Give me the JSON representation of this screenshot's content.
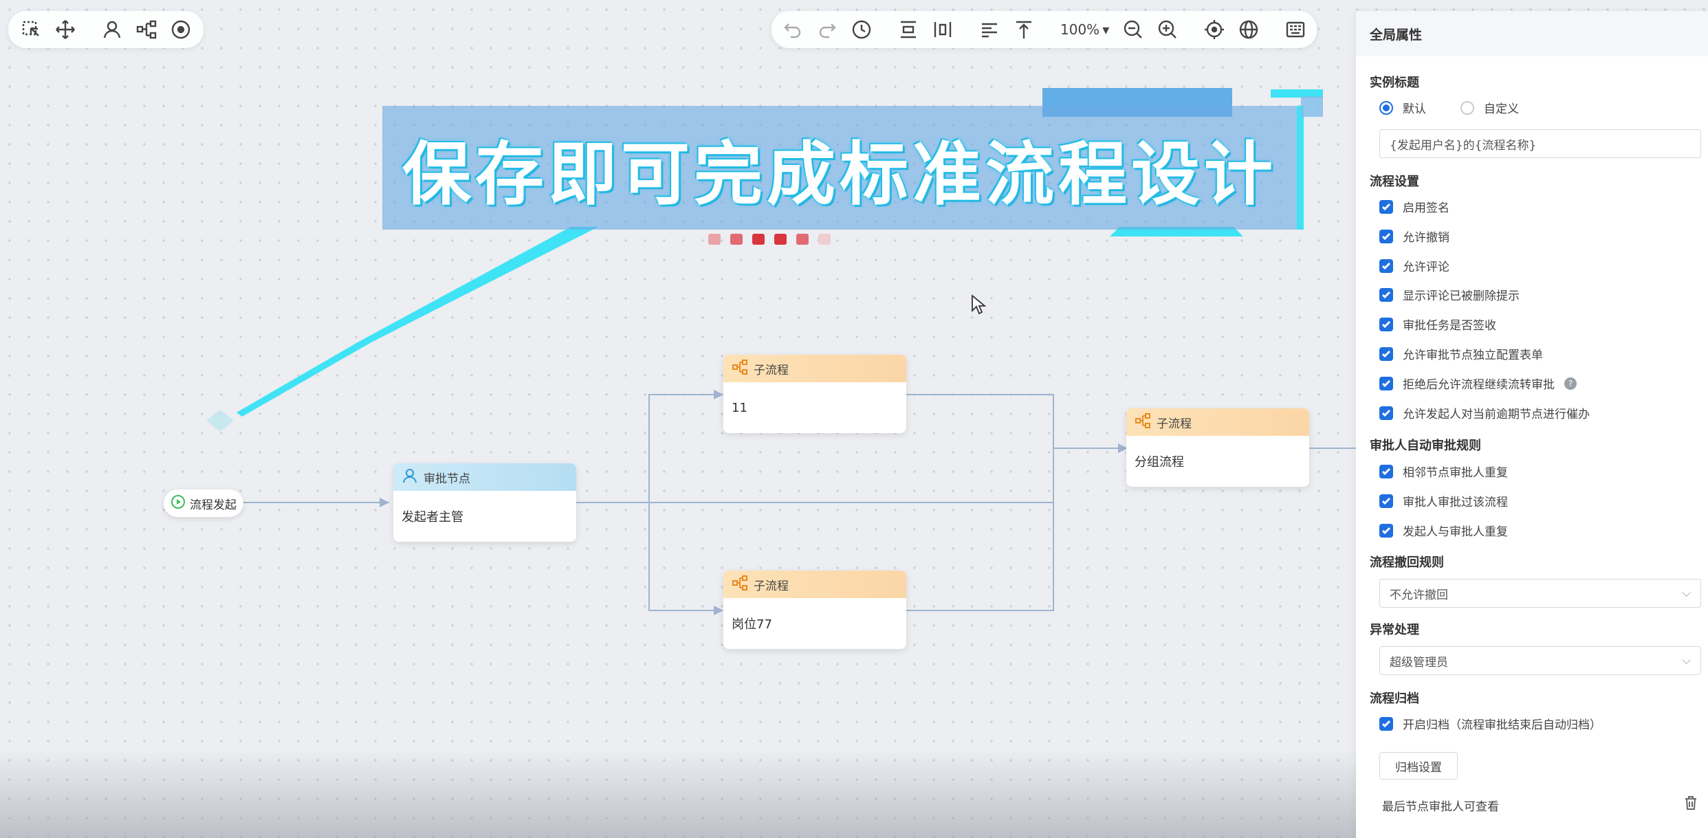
{
  "left_toolbar": {
    "icons": [
      "select-icon",
      "move-icon",
      "user-icon",
      "branch-icon",
      "target-icon"
    ]
  },
  "top_toolbar": {
    "zoom": "100%"
  },
  "banner": {
    "text": "保存即可完成标准流程设计"
  },
  "flow": {
    "start_label": "流程发起",
    "approval_node": {
      "type": "审批节点",
      "body": "发起者主管"
    },
    "sub_top": {
      "type": "子流程",
      "body": "11"
    },
    "sub_bottom": {
      "type": "子流程",
      "body": "岗位77"
    },
    "sub_right": {
      "type": "子流程",
      "body": "分组流程"
    }
  },
  "panel": {
    "title": "全局属性",
    "instance_title": {
      "label": "实例标题",
      "opt_default": "默认",
      "opt_custom": "自定义",
      "value": "{发起用户名}的{流程名称}"
    },
    "process_settings": {
      "label": "流程设置",
      "items": [
        "启用签名",
        "允许撤销",
        "允许评论",
        "显示评论已被删除提示",
        "审批任务是否签收",
        "允许审批节点独立配置表单",
        "拒绝后允许流程继续流转审批",
        "允许发起人对当前逾期节点进行催办"
      ]
    },
    "auto_rules": {
      "label": "审批人自动审批规则",
      "items": [
        "相邻节点审批人重复",
        "审批人审批过该流程",
        "发起人与审批人重复"
      ]
    },
    "revoke_rules": {
      "label": "流程撤回规则",
      "value": "不允许撤回"
    },
    "exception": {
      "label": "异常处理",
      "value": "超级管理员"
    },
    "archive": {
      "label": "流程归档",
      "checkbox": "开启归档（流程审批结束后自动归档）",
      "button": "归档设置",
      "last_item": "最后节点审批人可查看"
    }
  },
  "colors": {
    "accent": "#1f6fe0",
    "sub_header": "#fbd6a6",
    "approval_header": "#b5def3",
    "banner_cyan": "#3fe3f5"
  }
}
